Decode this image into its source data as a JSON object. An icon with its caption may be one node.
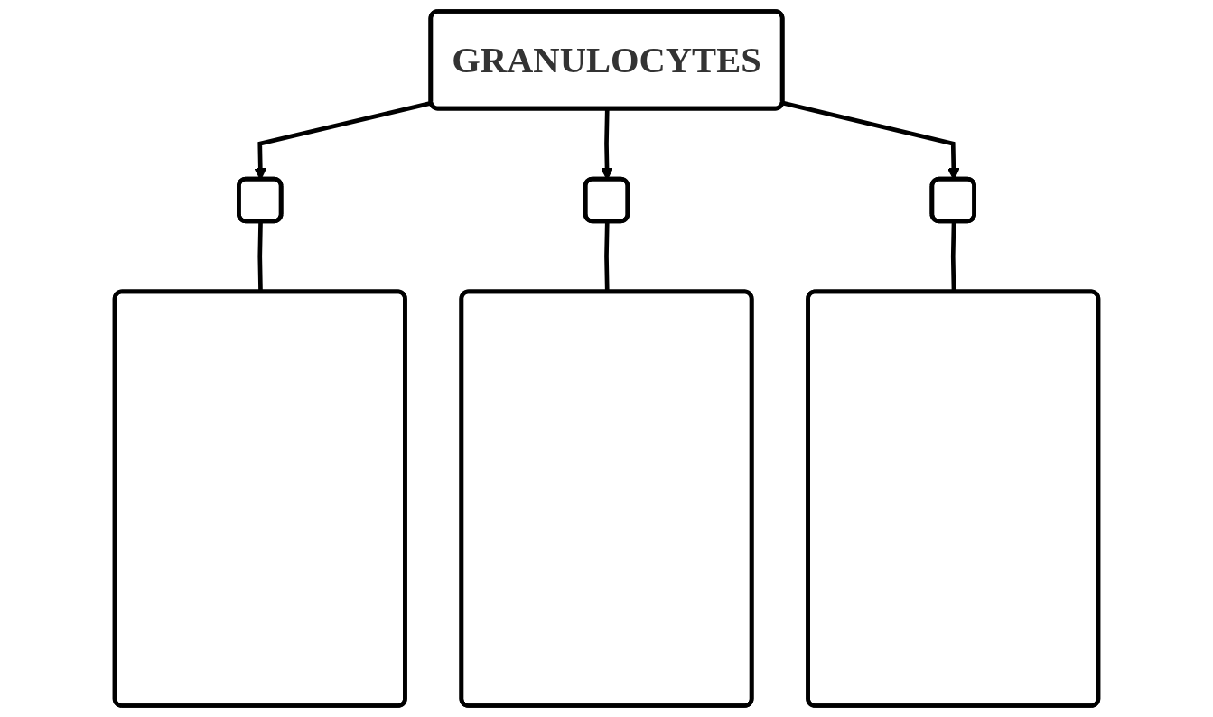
{
  "diagram": {
    "nodes": [
      {
        "text": [
          "GRANULOCYTES"
        ]
      },
      {
        "text": [],
        "shape": "box"
      },
      {
        "text": [],
        "shape": "box"
      },
      {
        "text": [],
        "shape": "box"
      },
      {
        "text": [],
        "shape": "box"
      },
      {
        "text": [],
        "shape": "box"
      },
      {
        "text": [],
        "shape": "box"
      }
    ],
    "edges": [
      {
        "from": 0,
        "to": 1,
        "arrow": "to"
      },
      {
        "from": 0,
        "to": 2,
        "arrow": "to"
      },
      {
        "from": 0,
        "to": 3,
        "arrow": "to"
      },
      {
        "from": 1,
        "to": 4,
        "arrow": "none"
      },
      {
        "from": 2,
        "to": 5,
        "arrow": "none"
      },
      {
        "from": 3,
        "to": 6,
        "arrow": "none"
      }
    ]
  }
}
